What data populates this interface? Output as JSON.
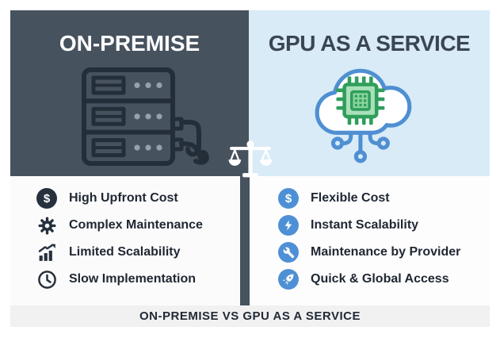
{
  "panels": {
    "left": {
      "title": "ON-PREMISE",
      "icon": "server-rack-icon",
      "background": "#47525F"
    },
    "right": {
      "title": "GPU AS A SERVICE",
      "icon": "cloud-gpu-chip-icon",
      "background": "#D8EBF7"
    }
  },
  "center_icon": "balance-scale-icon",
  "comparison": {
    "left_items": [
      {
        "icon": "dollar-circle-icon",
        "label": "High Upfront Cost"
      },
      {
        "icon": "gear-icon",
        "label": "Complex Maintenance"
      },
      {
        "icon": "growth-chart-icon",
        "label": "Limited Scalability"
      },
      {
        "icon": "clock-icon",
        "label": "Slow Implementation"
      }
    ],
    "right_items": [
      {
        "icon": "dollar-circle-icon",
        "label": "Flexible Cost"
      },
      {
        "icon": "lightning-circle-icon",
        "label": "Instant Scalability"
      },
      {
        "icon": "wrench-circle-icon",
        "label": "Maintenance by Provider"
      },
      {
        "icon": "rocket-circle-icon",
        "label": "Quick & Global Access"
      }
    ]
  },
  "footer": {
    "label": "ON-PREMISE VS GPU AS A SERVICE"
  },
  "colors": {
    "dark_slate": "#47525F",
    "light_blue_panel": "#D8EBF7",
    "accent_blue": "#4E90D5",
    "chip_green": "#2F9E5B",
    "icon_navy": "#27313D",
    "footer_bg": "#F1F1F2"
  }
}
